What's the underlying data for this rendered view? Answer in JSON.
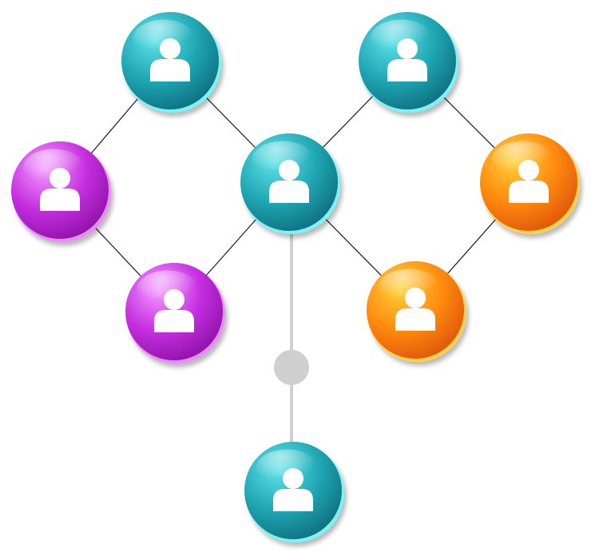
{
  "colors": {
    "background": "#ffffff",
    "edge_thin": "#1a1a1a",
    "edge_thick": "#d0d0d0",
    "connector_dot": "#cfcfcf",
    "person_icon": "#ffffff",
    "teal": {
      "light": "#5fe3ea",
      "mid": "#1fa7b3",
      "dark": "#0e6f80",
      "rim": "#7df2f2"
    },
    "purple": {
      "light": "#f39cff",
      "mid": "#c52ee0",
      "dark": "#8e12a8",
      "rim": "#e58cf5"
    },
    "orange": {
      "light": "#ffd23a",
      "mid": "#ff8a0f",
      "dark": "#e0560a",
      "rim": "#ffd24a"
    }
  },
  "nodes": [
    {
      "id": "top-left",
      "color": "teal",
      "icon": "person-icon"
    },
    {
      "id": "top-right",
      "color": "teal",
      "icon": "person-icon"
    },
    {
      "id": "left",
      "color": "purple",
      "icon": "person-icon"
    },
    {
      "id": "center",
      "color": "teal",
      "icon": "person-icon"
    },
    {
      "id": "right",
      "color": "orange",
      "icon": "person-icon"
    },
    {
      "id": "bottom-left",
      "color": "purple",
      "icon": "person-icon"
    },
    {
      "id": "bottom-right",
      "color": "orange",
      "icon": "person-icon"
    },
    {
      "id": "bottom",
      "color": "teal",
      "icon": "person-icon"
    }
  ],
  "edges": [
    {
      "from": "left",
      "to": "top-left",
      "style": "thin"
    },
    {
      "from": "top-left",
      "to": "center",
      "style": "thin"
    },
    {
      "from": "left",
      "to": "bottom-left",
      "style": "thin"
    },
    {
      "from": "center",
      "to": "bottom-left",
      "style": "thin"
    },
    {
      "from": "center",
      "to": "top-right",
      "style": "thin"
    },
    {
      "from": "top-right",
      "to": "right",
      "style": "thin"
    },
    {
      "from": "center",
      "to": "bottom-right",
      "style": "thin"
    },
    {
      "from": "right",
      "to": "bottom-right",
      "style": "thin"
    },
    {
      "from": "center",
      "to": "bottom",
      "style": "thick",
      "via_connector": true
    }
  ]
}
